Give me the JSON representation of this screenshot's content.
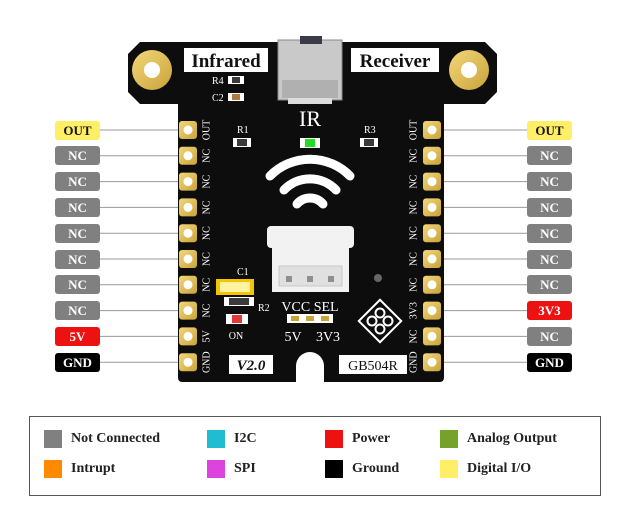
{
  "board": {
    "title_left": "Infrared",
    "title_right": "Receiver",
    "ir_label": "IR",
    "version": "V2.0",
    "part_number": "GB504R",
    "vcc_sel_label": "VCC SEL",
    "vcc_5v": "5V",
    "vcc_3v3": "3V3",
    "on_label": "ON",
    "components": [
      "R4",
      "C2",
      "R1",
      "R3",
      "C1",
      "R2"
    ],
    "left_silk": [
      "OUT",
      "NC",
      "NC",
      "NC",
      "NC",
      "NC",
      "NC",
      "NC",
      "5V",
      "GND"
    ],
    "right_silk": [
      "OUT",
      "NC",
      "NC",
      "NC",
      "NC",
      "NC",
      "NC",
      "3V3",
      "NC",
      "GND"
    ]
  },
  "left_pins": [
    {
      "label": "OUT",
      "type": "digital"
    },
    {
      "label": "NC",
      "type": "nc"
    },
    {
      "label": "NC",
      "type": "nc"
    },
    {
      "label": "NC",
      "type": "nc"
    },
    {
      "label": "NC",
      "type": "nc"
    },
    {
      "label": "NC",
      "type": "nc"
    },
    {
      "label": "NC",
      "type": "nc"
    },
    {
      "label": "NC",
      "type": "nc"
    },
    {
      "label": "5V",
      "type": "power"
    },
    {
      "label": "GND",
      "type": "ground"
    }
  ],
  "right_pins": [
    {
      "label": "OUT",
      "type": "digital"
    },
    {
      "label": "NC",
      "type": "nc"
    },
    {
      "label": "NC",
      "type": "nc"
    },
    {
      "label": "NC",
      "type": "nc"
    },
    {
      "label": "NC",
      "type": "nc"
    },
    {
      "label": "NC",
      "type": "nc"
    },
    {
      "label": "NC",
      "type": "nc"
    },
    {
      "label": "3V3",
      "type": "power"
    },
    {
      "label": "NC",
      "type": "nc"
    },
    {
      "label": "GND",
      "type": "ground"
    }
  ],
  "legend": [
    {
      "key": "nc",
      "label": "Not Connected",
      "color": "#808080"
    },
    {
      "key": "i2c",
      "label": "I2C",
      "color": "#1fbcd2"
    },
    {
      "key": "power",
      "label": "Power",
      "color": "#ee1111"
    },
    {
      "key": "analog",
      "label": "Analog Output",
      "color": "#76a22a"
    },
    {
      "key": "interrupt",
      "label": "Intrupt",
      "color": "#ff8a00"
    },
    {
      "key": "spi",
      "label": "SPI",
      "color": "#dd44dd"
    },
    {
      "key": "ground",
      "label": "Ground",
      "color": "#000000"
    },
    {
      "key": "digital",
      "label": "Digital I/O",
      "color": "#ffee66"
    }
  ],
  "type_styles": {
    "nc": {
      "bg": "#808080",
      "fg": "#ffffff"
    },
    "digital": {
      "bg": "#ffee66",
      "fg": "#111111"
    },
    "power": {
      "bg": "#ee1111",
      "fg": "#ffffff"
    },
    "ground": {
      "bg": "#000000",
      "fg": "#ffffff"
    }
  }
}
